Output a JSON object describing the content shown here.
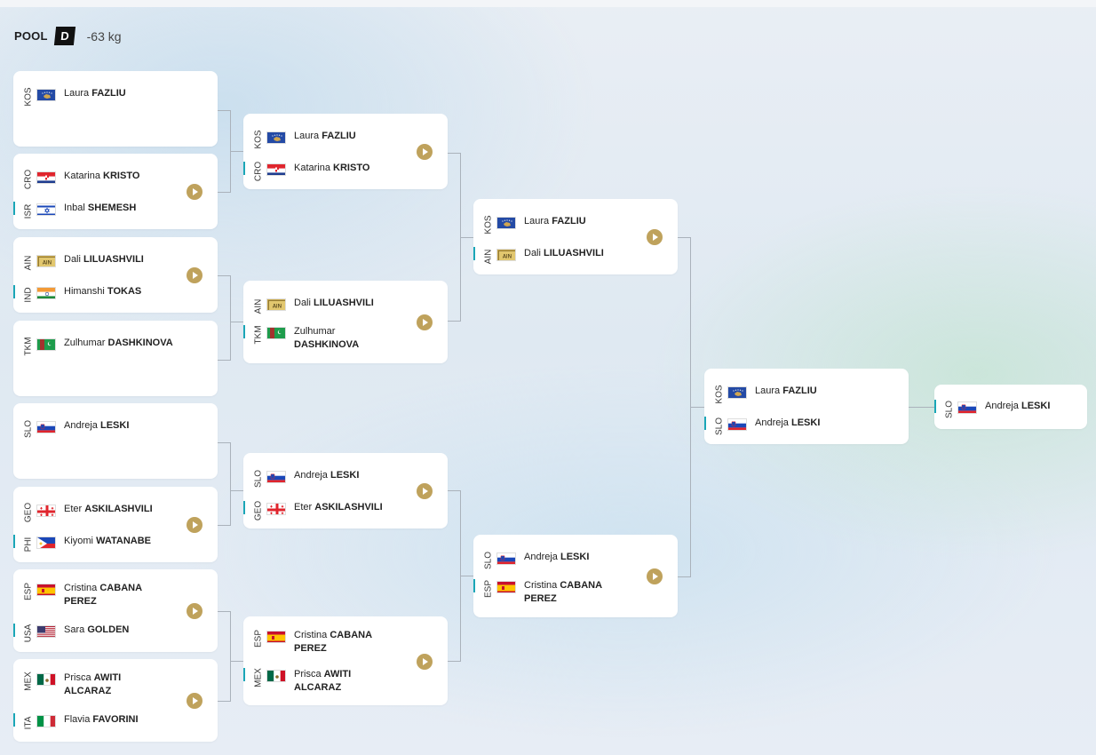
{
  "pool": {
    "label": "POOL",
    "letter": "D",
    "weight": "-63 kg"
  },
  "round1": [
    {
      "top": {
        "code": "KOS",
        "first": "Laura",
        "last": "FAZLIU",
        "flag": "kos"
      }
    },
    {
      "top": {
        "code": "CRO",
        "first": "Katarina",
        "last": "KRISTO",
        "flag": "cro"
      },
      "bottom": {
        "code": "ISR",
        "first": "Inbal",
        "last": "SHEMESH",
        "flag": "isr"
      }
    },
    {
      "top": {
        "code": "AIN",
        "first": "Dali",
        "last": "LILUASHVILI",
        "flag": "ain"
      },
      "bottom": {
        "code": "IND",
        "first": "Himanshi",
        "last": "TOKAS",
        "flag": "ind"
      }
    },
    {
      "top": {
        "code": "TKM",
        "first": "Zulhumar",
        "last": "DASHKINOVA",
        "flag": "tkm"
      }
    },
    {
      "top": {
        "code": "SLO",
        "first": "Andreja",
        "last": "LESKI",
        "flag": "slo"
      }
    },
    {
      "top": {
        "code": "GEO",
        "first": "Eter",
        "last": "ASKILASHVILI",
        "flag": "geo"
      },
      "bottom": {
        "code": "PHI",
        "first": "Kiyomi",
        "last": "WATANABE",
        "flag": "phi"
      }
    },
    {
      "top": {
        "code": "ESP",
        "first": "Cristina",
        "last": "CABANA PEREZ",
        "flag": "esp"
      },
      "bottom": {
        "code": "USA",
        "first": "Sara",
        "last": "GOLDEN",
        "flag": "usa"
      }
    },
    {
      "top": {
        "code": "MEX",
        "first": "Prisca",
        "last": "AWITI ALCARAZ",
        "flag": "mex"
      },
      "bottom": {
        "code": "ITA",
        "first": "Flavia",
        "last": "FAVORINI",
        "flag": "ita"
      }
    }
  ],
  "round2": [
    {
      "top": {
        "code": "KOS",
        "first": "Laura",
        "last": "FAZLIU",
        "flag": "kos"
      },
      "bottom": {
        "code": "CRO",
        "first": "Katarina",
        "last": "KRISTO",
        "flag": "cro"
      }
    },
    {
      "top": {
        "code": "AIN",
        "first": "Dali",
        "last": "LILUASHVILI",
        "flag": "ain"
      },
      "bottom": {
        "code": "TKM",
        "first": "Zulhumar",
        "last": "DASHKINOVA",
        "flag": "tkm"
      }
    },
    {
      "top": {
        "code": "SLO",
        "first": "Andreja",
        "last": "LESKI",
        "flag": "slo"
      },
      "bottom": {
        "code": "GEO",
        "first": "Eter",
        "last": "ASKILASHVILI",
        "flag": "geo"
      }
    },
    {
      "top": {
        "code": "ESP",
        "first": "Cristina",
        "last": "CABANA PEREZ",
        "flag": "esp"
      },
      "bottom": {
        "code": "MEX",
        "first": "Prisca",
        "last": "AWITI ALCARAZ",
        "flag": "mex"
      }
    }
  ],
  "round3": [
    {
      "top": {
        "code": "KOS",
        "first": "Laura",
        "last": "FAZLIU",
        "flag": "kos"
      },
      "bottom": {
        "code": "AIN",
        "first": "Dali",
        "last": "LILUASHVILI",
        "flag": "ain"
      }
    },
    {
      "top": {
        "code": "SLO",
        "first": "Andreja",
        "last": "LESKI",
        "flag": "slo"
      },
      "bottom": {
        "code": "ESP",
        "first": "Cristina",
        "last": "CABANA PEREZ",
        "flag": "esp"
      }
    }
  ],
  "final": {
    "top": {
      "code": "KOS",
      "first": "Laura",
      "last": "FAZLIU",
      "flag": "kos"
    },
    "bottom": {
      "code": "SLO",
      "first": "Andreja",
      "last": "LESKI",
      "flag": "slo"
    }
  },
  "winner": {
    "code": "SLO",
    "first": "Andreja",
    "last": "LESKI",
    "flag": "slo"
  },
  "colors": {
    "accent": "#1aa6b7",
    "play": "#bfa25c",
    "connector": "#aab2bb"
  }
}
